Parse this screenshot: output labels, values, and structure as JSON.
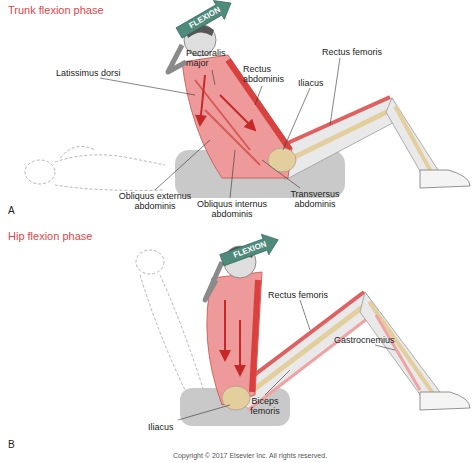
{
  "diagram": {
    "labels": [
      "Trunk flexion phase",
      "FLEXION",
      "Pectoralis major",
      "Rectus femoris",
      "Latissimus dorsi",
      "Rectus abdominis",
      "Iliacus",
      "Obliquus externus abdominis",
      "Obliquus internus abdominis",
      "Transversus abdominis",
      "A",
      "Hip flexion phase",
      "FLEXION",
      "Rectus femoris",
      "Gastrocnemius",
      "Biceps femoris",
      "Iliacus",
      "B",
      "Copyright © 2017 Elsevier Inc. All rights reserved."
    ]
  }
}
